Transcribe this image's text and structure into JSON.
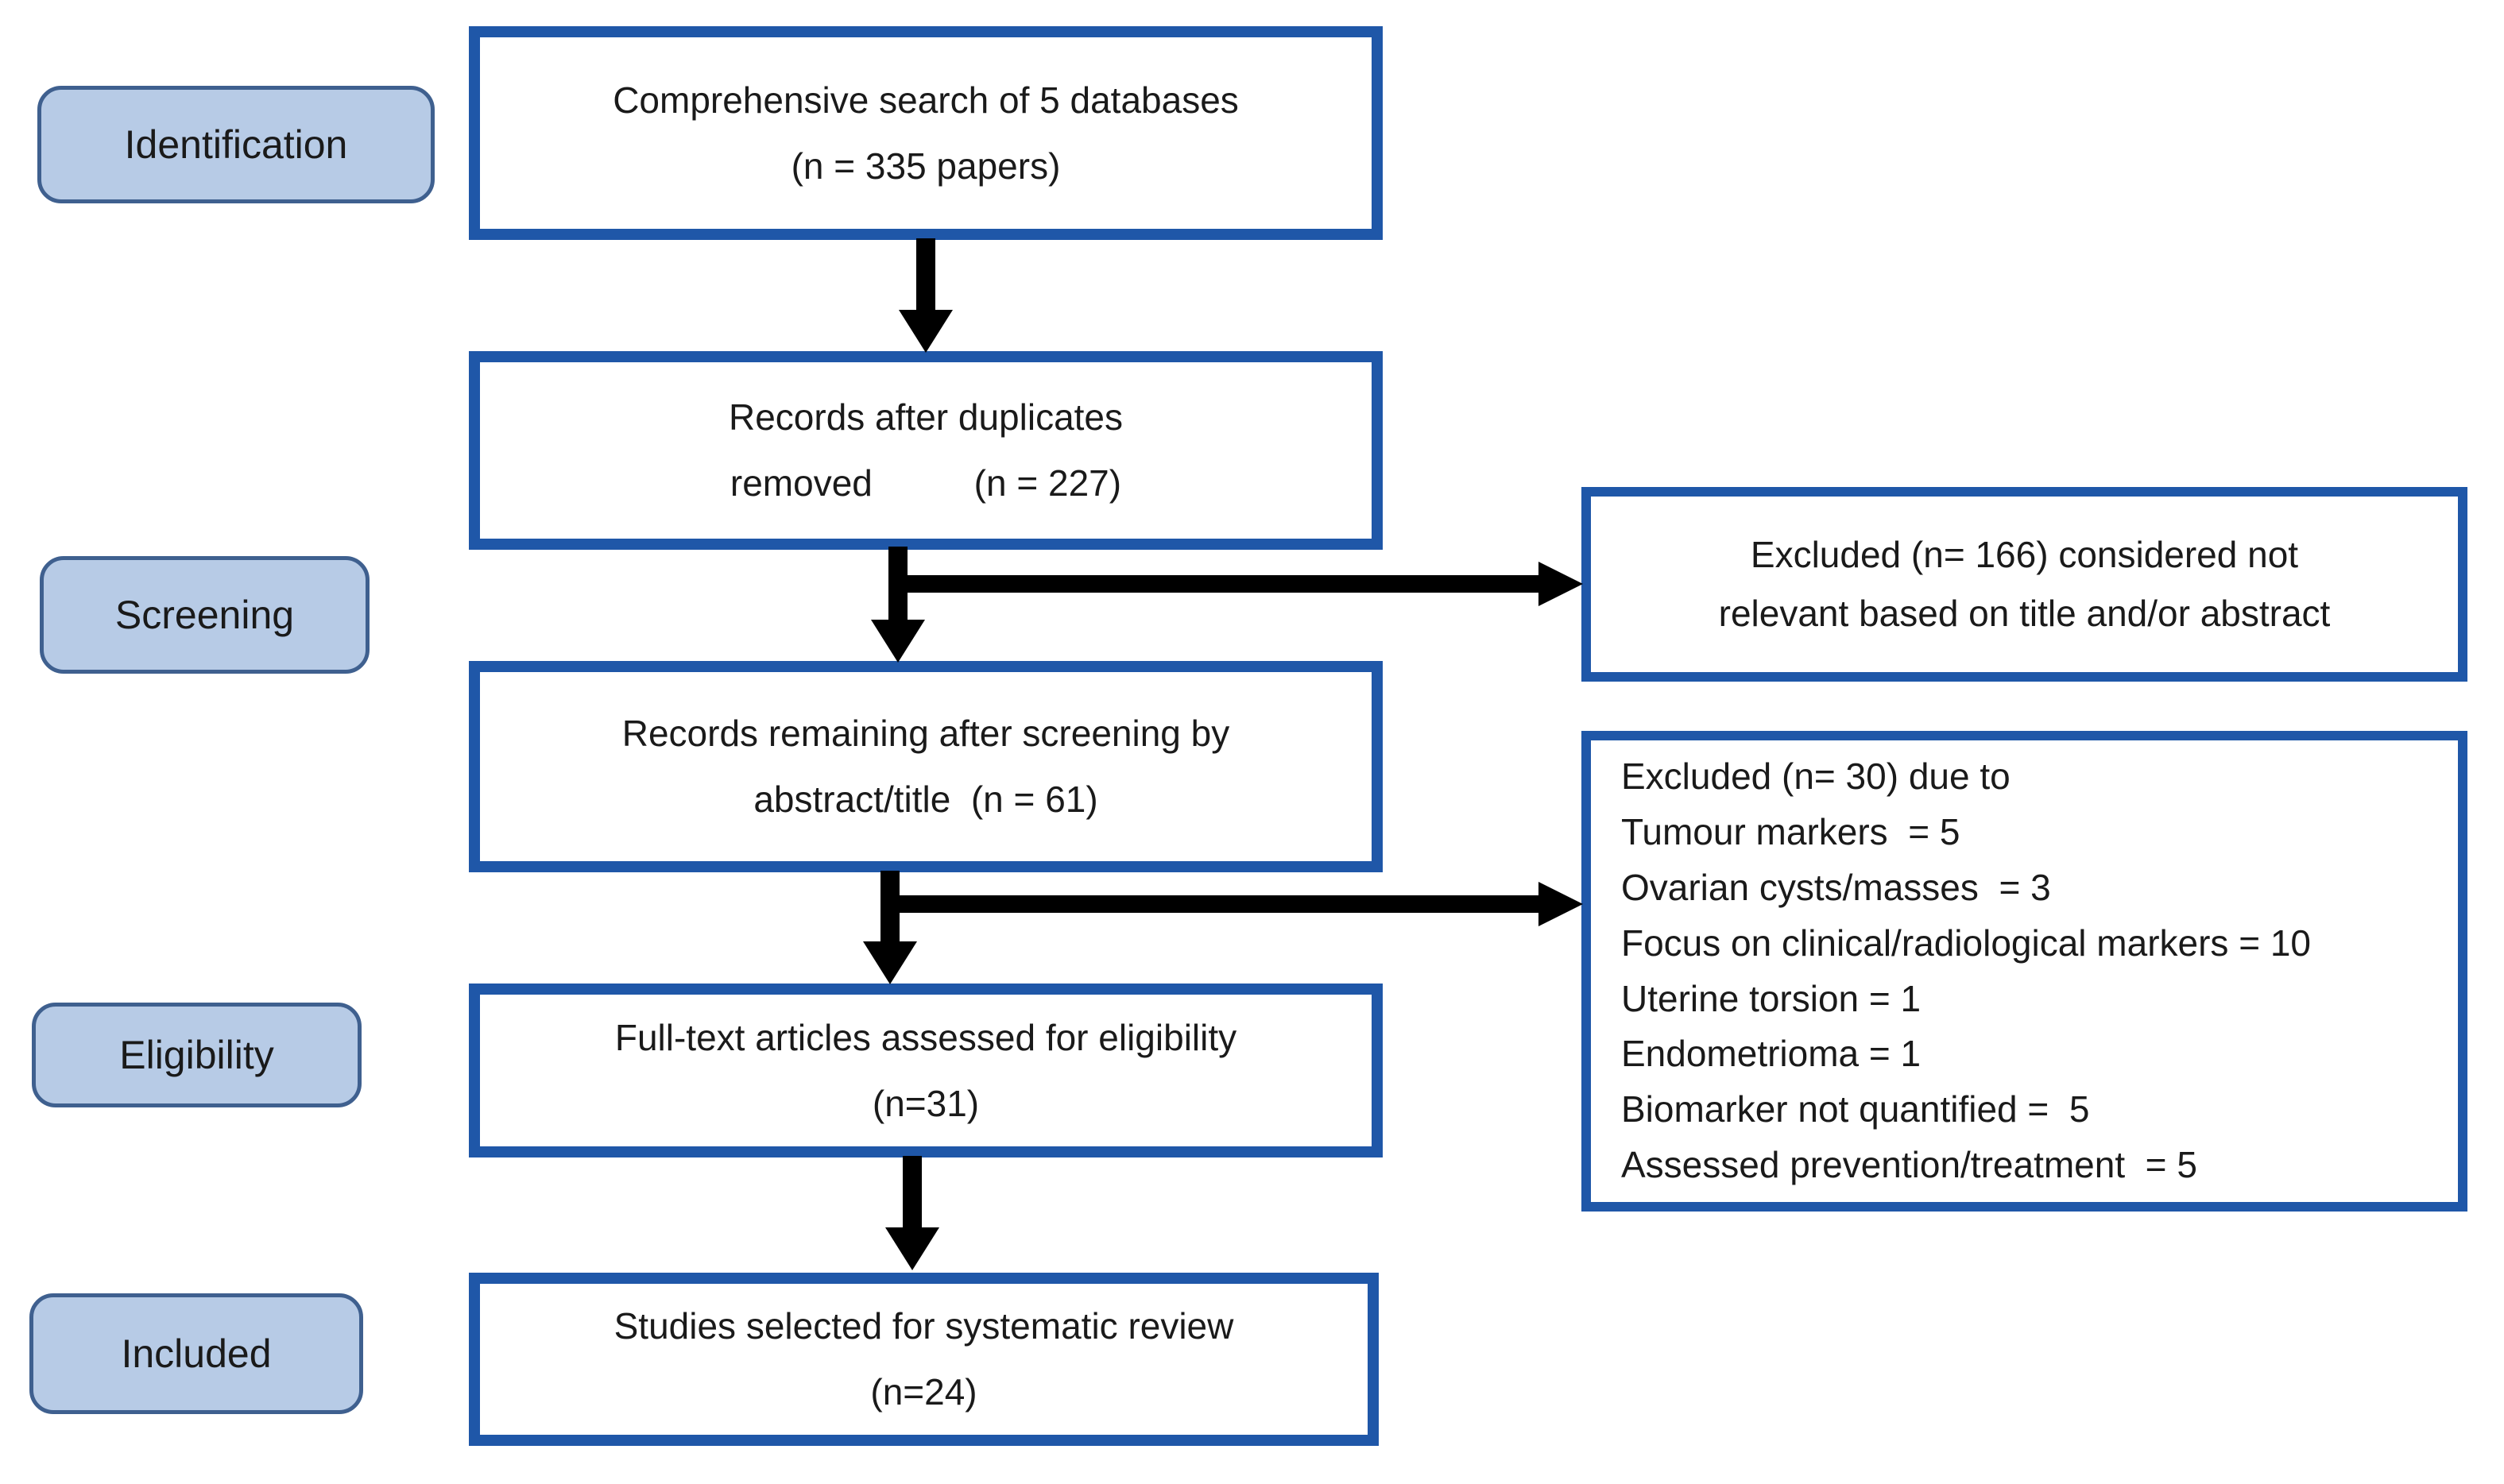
{
  "stages": [
    {
      "label": "Identification"
    },
    {
      "label": "Screening"
    },
    {
      "label": "Eligibility"
    },
    {
      "label": "Included"
    }
  ],
  "flow_boxes": [
    {
      "lines": [
        "Comprehensive search of 5 databases",
        "(n = 335 papers)"
      ]
    },
    {
      "lines": [
        "Records after duplicates",
        "removed          (n = 227)"
      ]
    },
    {
      "lines": [
        "Records remaining after screening by",
        "abstract/title  (n = 61)"
      ]
    },
    {
      "lines": [
        "Full-text articles assessed for eligibility",
        "(n=31)"
      ]
    },
    {
      "lines": [
        "Studies selected for systematic review",
        "(n=24)"
      ]
    }
  ],
  "exclusion_boxes": [
    {
      "lines": [
        "Excluded (n= 166) considered not",
        "relevant based on title and/or abstract"
      ]
    },
    {
      "lines": [
        "Excluded (n= 30) due to",
        "Tumour markers  = 5",
        "Ovarian cysts/masses  = 3",
        "Focus on clinical/radiological markers = 10",
        "Uterine torsion = 1",
        "Endometrioma = 1",
        "Biomarker not quantified =  5",
        "Assessed prevention/treatment  = 5"
      ]
    }
  ],
  "colors": {
    "stage_fill": "#b7cbe6",
    "stage_border": "#3f608f",
    "box_border": "#1f57a8",
    "arrow": "#000000",
    "text": "#1a1a1a",
    "background": "#ffffff"
  }
}
